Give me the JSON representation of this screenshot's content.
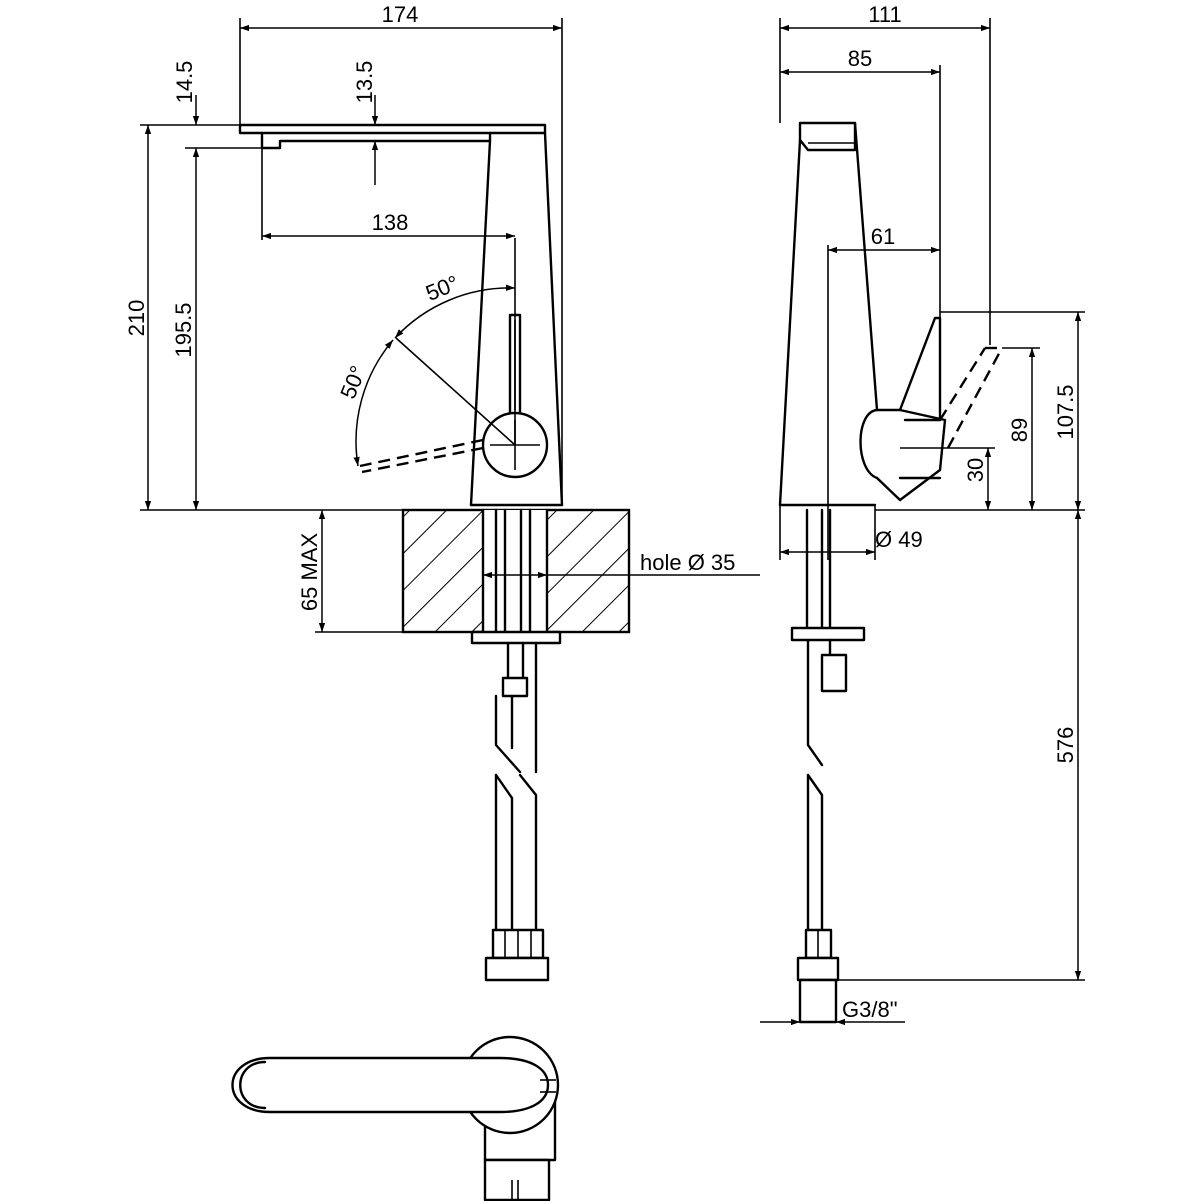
{
  "dimensions": {
    "front_width": "174",
    "spout_top": "14.5",
    "spout_depth": "13.5",
    "spout_reach": "138",
    "height_total": "210",
    "height_spout": "195.5",
    "angle_upper": "50°",
    "angle_lower": "50°",
    "deck_thickness": "65 MAX",
    "hole": "hole  Ø 35",
    "side_width": "111",
    "side_body": "85",
    "side_handle": "61",
    "handle_height": "107.5",
    "handle_mid": "89",
    "handle_low": "30",
    "base_diameter": "Ø 49",
    "hose_length": "576",
    "thread": "G3/8\""
  }
}
